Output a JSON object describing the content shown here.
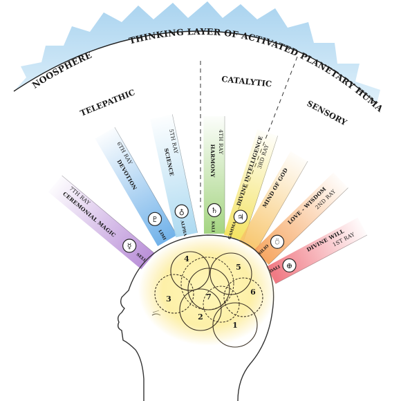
{
  "arc_labels": {
    "noosphere": "NOOSPHERE",
    "thinking_layer": "THINKING LAYER OF ACTIVATED PLANETARY HUMAN"
  },
  "sections": {
    "telepathic": "TELEPATHIC",
    "catalytic": "CATALYTIC",
    "sensory": "SENSORY"
  },
  "rays": [
    {
      "name": "CEREMONIAL MAGIC",
      "number": "7TH RAY",
      "glyph_label": "SELU",
      "color": "#b68ad6"
    },
    {
      "name": "DEVOTION",
      "number": "6TH RAY",
      "glyph_label": "LIMI",
      "color": "#6aaee8"
    },
    {
      "name": "SCIENCE",
      "number": "5TH RAY",
      "glyph_label": "ALPHA",
      "color": "#a9d8f0"
    },
    {
      "name": "HARMONY",
      "number": "4TH RAY",
      "glyph_label": "KALI",
      "color": "#9fd27a"
    },
    {
      "name": "DIVINE INTELLIGENCE",
      "number": "3RD RAY",
      "glyph_label": "GAMMA",
      "color": "#f3e15a"
    },
    {
      "name": "MIND OF GOD",
      "number": "",
      "glyph_label": "",
      "color": "#f7c468"
    },
    {
      "name": "LOVE - WISDOM",
      "number": "2ND RAY",
      "glyph_label": "SILIO",
      "color": "#f6a25a"
    },
    {
      "name": "DIVINE WILL",
      "number": "1ST RAY",
      "glyph_label": "DALI",
      "color": "#ef6f7a"
    }
  ],
  "circle_numbers": [
    "1",
    "2",
    "3",
    "4",
    "5",
    "6",
    "7"
  ]
}
